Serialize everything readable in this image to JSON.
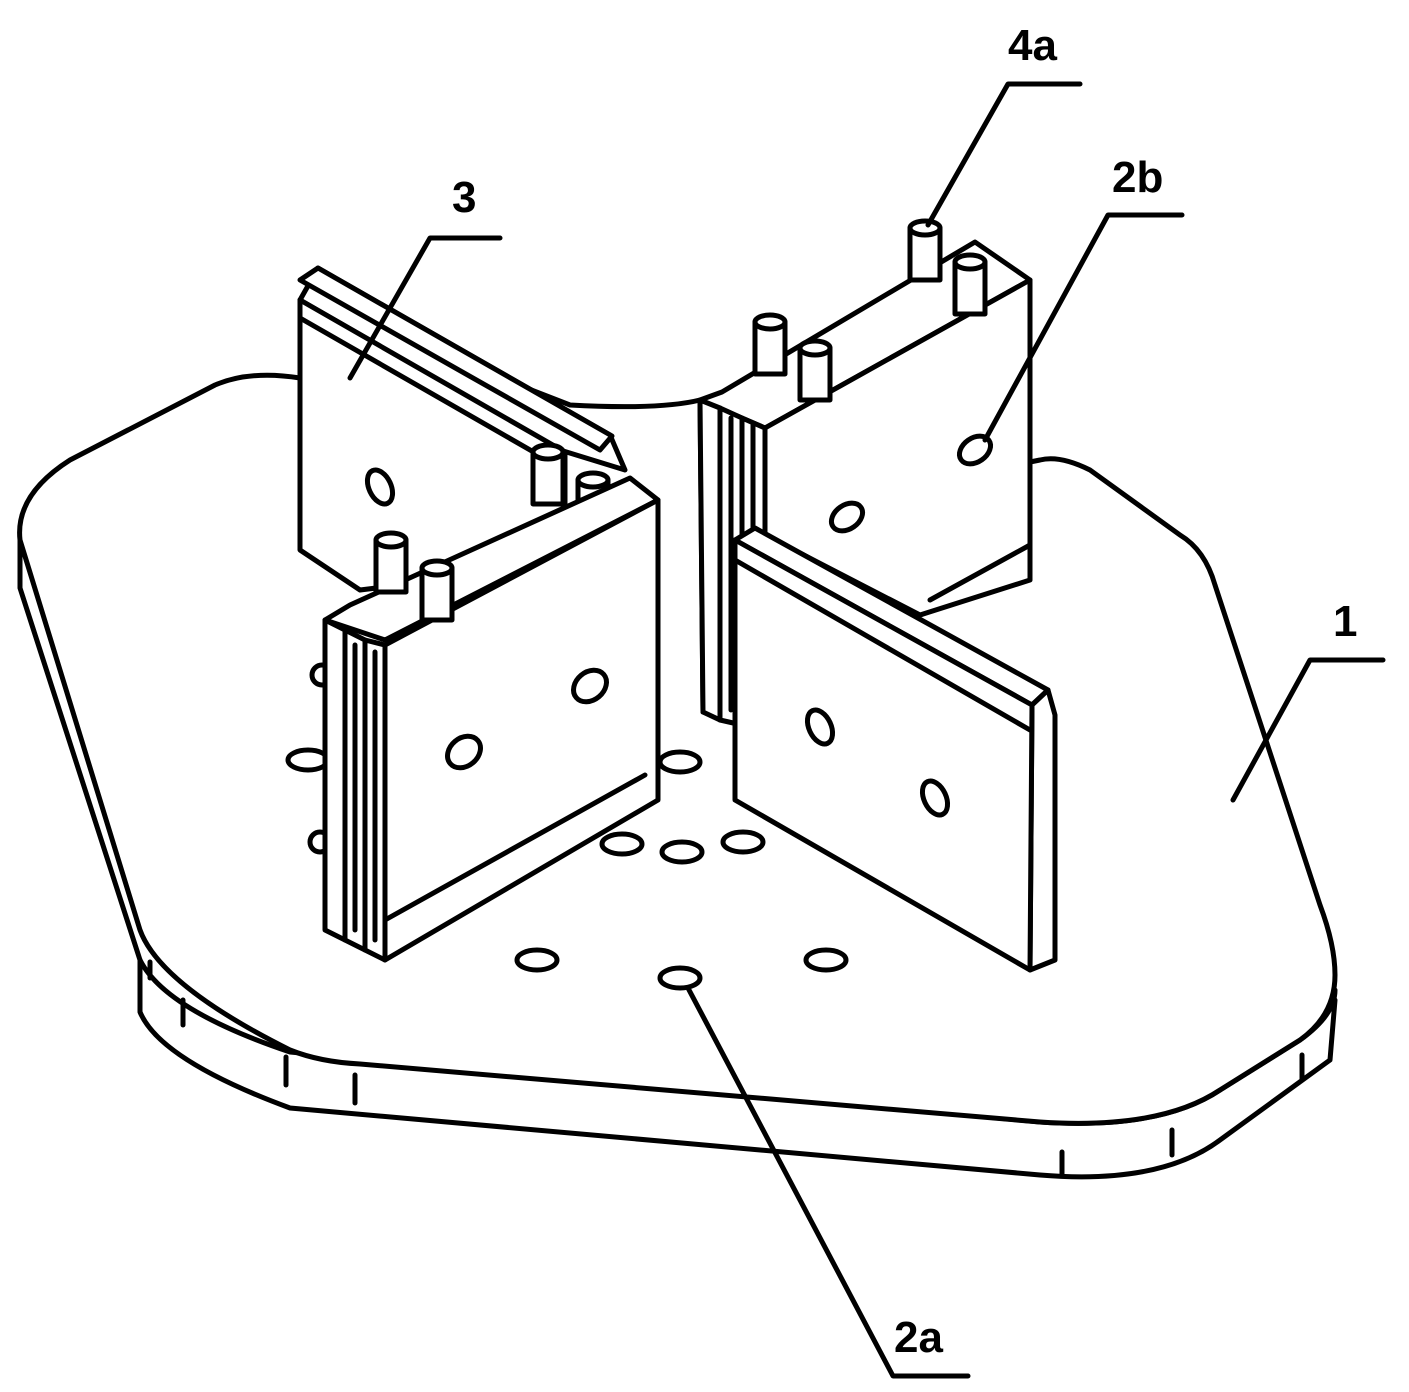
{
  "figure": {
    "line_color": "#000000",
    "background_color": "#ffffff",
    "labels": {
      "base_plate": "1",
      "hole_bottom": "2a",
      "hole_plate": "2b",
      "clamp_plate": "3",
      "pin": "4a"
    }
  }
}
